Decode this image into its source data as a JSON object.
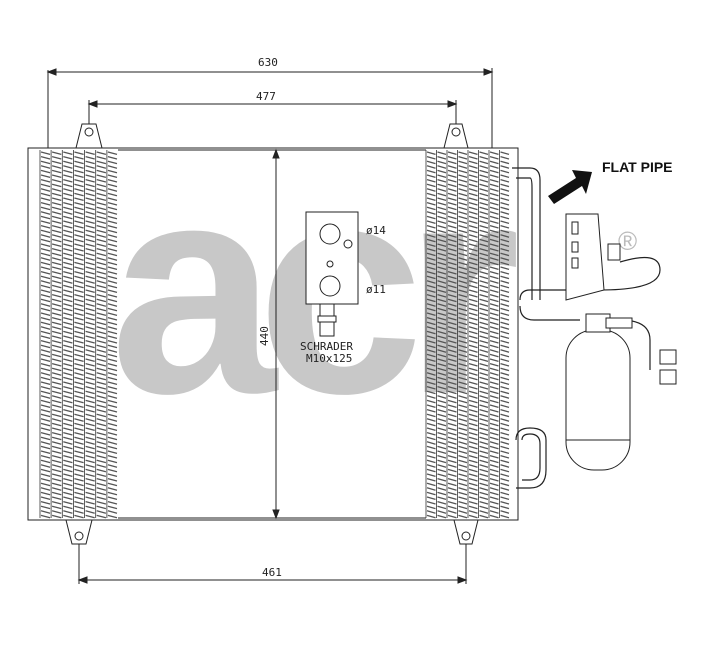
{
  "watermark": {
    "text": "acr",
    "color": "#c8c8c8"
  },
  "trademark": "®",
  "dimensions": {
    "overall_width": "630",
    "mount_width": "477",
    "height": "440",
    "bottom_width": "461"
  },
  "labels": {
    "flat_pipe": "FLAT PIPE",
    "port_d14": "ø14",
    "port_d11": "ø11",
    "valve_line1": "SCHRADER",
    "valve_line2": "M10x125"
  },
  "colors": {
    "ink": "#222222",
    "fin": "#555555"
  }
}
